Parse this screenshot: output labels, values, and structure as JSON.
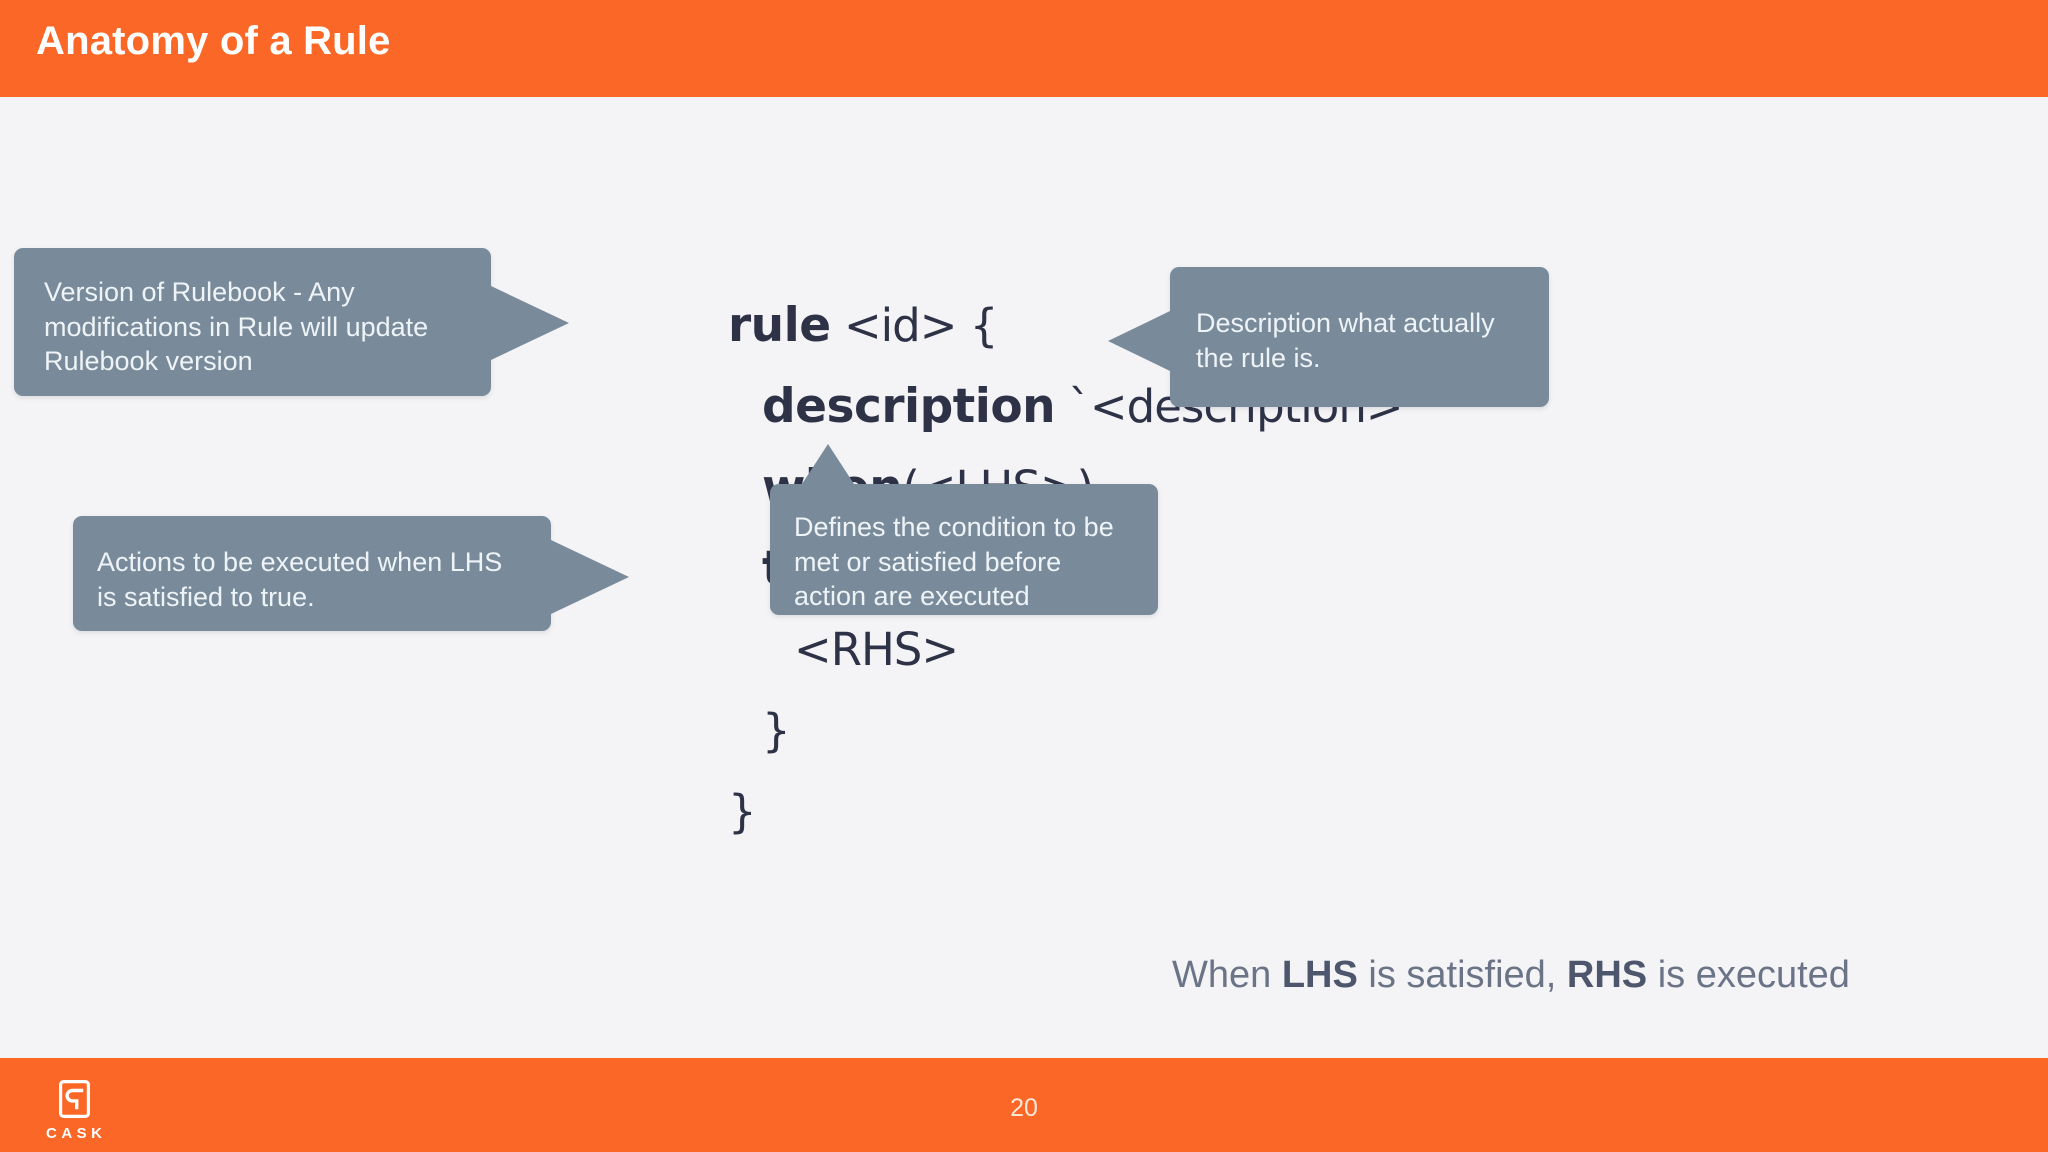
{
  "theme": {
    "accent": "#fa6726",
    "background": "#f4f3f6",
    "callout_bg": "#798b9a",
    "code_color": "#2e3246",
    "note_color": "#6b7487"
  },
  "header": {
    "title": "Anatomy of a Rule"
  },
  "code_block": {
    "lines": [
      {
        "keyword": "rule",
        "rest": " <id> {",
        "indent": 0
      },
      {
        "keyword": "description",
        "rest": " `<description>’",
        "indent": 1
      },
      {
        "keyword": "when",
        "rest": "(<LHS>)",
        "indent": 1
      },
      {
        "keyword": "then",
        "rest": " {",
        "indent": 1
      },
      {
        "keyword": "",
        "rest": "<RHS>",
        "indent": 2
      },
      {
        "keyword": "",
        "rest": "}",
        "indent": 1
      },
      {
        "keyword": "",
        "rest": "}",
        "indent": 0
      }
    ]
  },
  "callouts": [
    {
      "id": "version",
      "text": "Version of Rulebook - Any modifications in Rule will update Rulebook version",
      "tail": "right"
    },
    {
      "id": "description",
      "text": "Description what actually the rule is.",
      "tail": "left"
    },
    {
      "id": "condition",
      "text": "Defines the condition to be met or satisfied before action are executed",
      "tail": "up"
    },
    {
      "id": "actions",
      "text": "Actions to be executed when LHS is satisfied to true.",
      "tail": "right"
    }
  ],
  "note": {
    "prefix": "When ",
    "term1": "LHS",
    "middle": " is satisfied, ",
    "term2": "RHS",
    "suffix": " is executed"
  },
  "footer": {
    "page_number": "20",
    "logo_wordmark": "CASK"
  }
}
